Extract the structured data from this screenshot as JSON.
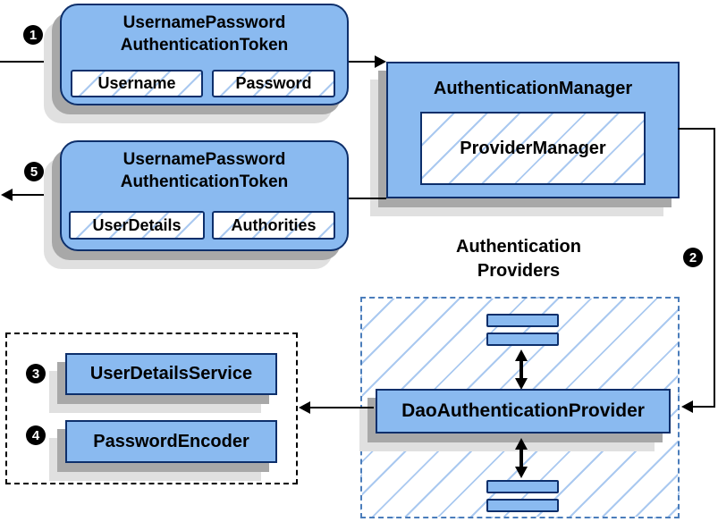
{
  "colors": {
    "background": "#ffffff",
    "box_fill": "#8abaf0",
    "box_border": "#0d2f6b",
    "hatch_line": "#aac9f0",
    "dashed_blue": "#4b7dbb",
    "shadow_dark": "#a8a8a8",
    "shadow_light": "#e0e0e0",
    "line_black": "#000000",
    "marker_bg": "#000000",
    "marker_text": "#ffffff",
    "text": "#000000"
  },
  "steps": {
    "s1": "1",
    "s2": "2",
    "s3": "3",
    "s4": "4",
    "s5": "5"
  },
  "request_token": {
    "title_line1": "UsernamePassword",
    "title_line2": "AuthenticationToken",
    "field1": "Username",
    "field2": "Password"
  },
  "auth_manager": {
    "title": "AuthenticationManager",
    "inner": "ProviderManager"
  },
  "result_token": {
    "title_line1": "UsernamePassword",
    "title_line2": "AuthenticationToken",
    "field1": "UserDetails",
    "field2": "Authorities"
  },
  "providers": {
    "label_line1": "Authentication",
    "label_line2": "Providers",
    "dao": "DaoAuthenticationProvider"
  },
  "collaborators": {
    "user_details_service": "UserDetailsService",
    "password_encoder": "PasswordEncoder"
  }
}
